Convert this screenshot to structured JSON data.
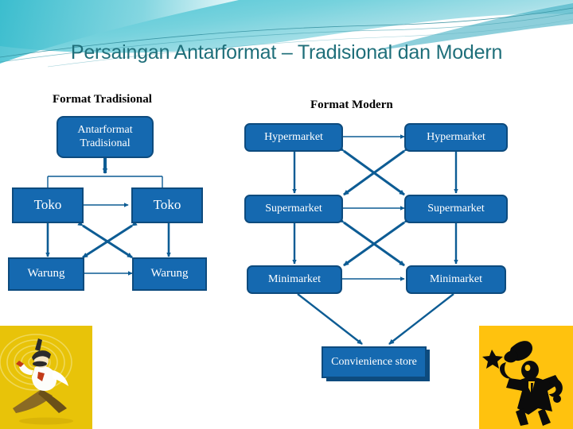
{
  "slide": {
    "title": "Persaingan Antarformat – Tradisional dan Modern",
    "title_color": "#1f6f7a",
    "background": "#ffffff"
  },
  "theme": {
    "node_fill": "#1569b0",
    "node_border": "#0d4b7e",
    "node_text": "#ffffff",
    "edge_color": "#0d5c94",
    "banner_teal": "#54c8d8",
    "banner_deep_teal": "#1f7f8c",
    "clipart_yellow_left": "#e8c309",
    "clipart_yellow_right": "#ffc20e"
  },
  "sections": {
    "traditional": {
      "caption": "Format Tradisional",
      "root": "Antarformat Tradisional",
      "root_lines": [
        "Antarformat",
        "Tradisional"
      ],
      "nodes": [
        {
          "label": "Toko",
          "row": 1,
          "col": "left"
        },
        {
          "label": "Toko",
          "row": 1,
          "col": "right"
        },
        {
          "label": "Warung",
          "row": 2,
          "col": "left"
        },
        {
          "label": "Warung",
          "row": 2,
          "col": "right"
        }
      ]
    },
    "modern": {
      "caption": "Format Modern",
      "nodes": [
        {
          "label": "Hypermarket",
          "row": 1,
          "col": "left"
        },
        {
          "label": "Hypermarket",
          "row": 1,
          "col": "right"
        },
        {
          "label": "Supermarket",
          "row": 2,
          "col": "left"
        },
        {
          "label": "Supermarket",
          "row": 2,
          "col": "right"
        },
        {
          "label": "Minimarket",
          "row": 3,
          "col": "left"
        },
        {
          "label": "Minimarket",
          "row": 3,
          "col": "right"
        }
      ],
      "outcome": "Convienience store",
      "outcome_lines": [
        "Convienience",
        "store"
      ]
    }
  },
  "clipart": {
    "left": {
      "name": "running-businessman-clipart",
      "background": "#e8c309"
    },
    "right": {
      "name": "megaphone-announcer-clipart",
      "background": "#ffc20e"
    }
  }
}
